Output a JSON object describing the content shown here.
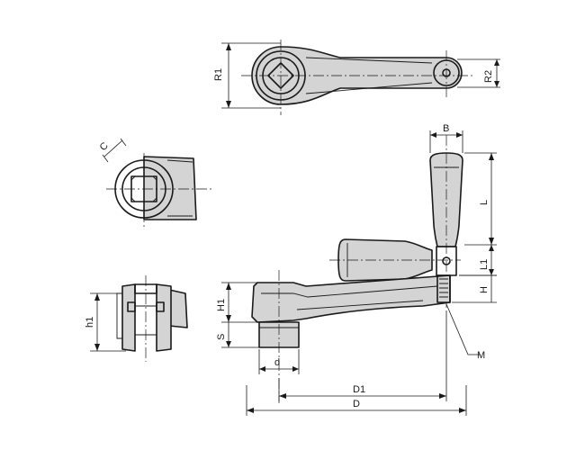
{
  "dimension_labels": {
    "R1": "R1",
    "R2": "R2",
    "C": "C",
    "B": "B",
    "L": "L",
    "L1": "L1",
    "H": "H",
    "H1": "H1",
    "S": "S",
    "h1": "h1",
    "d": "d",
    "M": "M",
    "D1": "D1",
    "D": "D"
  },
  "colors": {
    "line": "#1a1a1a",
    "shade": "#d4d4d4",
    "background": "#ffffff"
  }
}
